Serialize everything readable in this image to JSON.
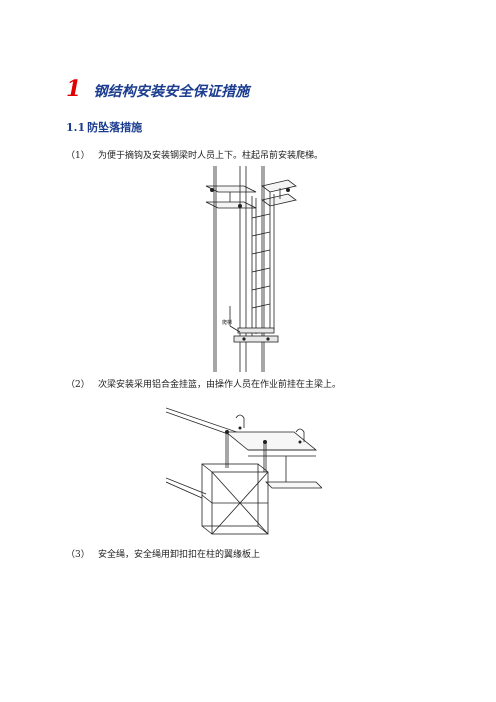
{
  "heading": {
    "number": "1",
    "title": "钢结构安装安全保证措施"
  },
  "subheading": {
    "number": "1.1",
    "title": "防坠落措施"
  },
  "items": [
    {
      "index": "（1）",
      "text": "为便于摘钩及安装钢梁时人员上下。柱起吊前安装爬梯。"
    },
    {
      "index": "（2）",
      "text": "次梁安装采用铝合金挂篮，由操作人员在作业前挂在主梁上。"
    },
    {
      "index": "（3）",
      "text": "安全绳，安全绳用卸扣扣在柱的翼缘板上"
    }
  ],
  "figures": {
    "ladder_label": "爬梯"
  }
}
